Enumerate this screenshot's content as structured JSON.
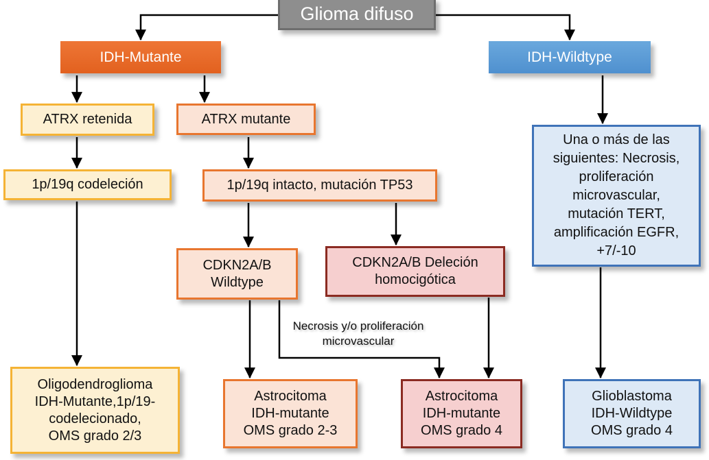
{
  "diagram": {
    "title": "Glioma difuso",
    "nodes": {
      "root": "Glioma difuso",
      "idh_mutante": "IDH-Mutante",
      "idh_wildtype": "IDH-Wildtype",
      "atrx_retenida": "ATRX retenida",
      "atrx_mutante": "ATRX mutante",
      "codelecion": "1p/19q codeleción",
      "intacto_tp53": "1p/19q intacto, mutación TP53",
      "wildtype_criteria": "Una o más de las\nsiguientes: Necrosis,\nproliferación\nmicrovascular,\nmutación TERT,\namplificación EGFR,\n+7/-10",
      "cdkn_wildtype": "CDKN2A/B\nWildtype",
      "cdkn_delecion": "CDKN2A/B Deleción\nhomocigótica",
      "oligodendroglioma": "Oligodendroglioma\nIDH-Mutante,1p/19-\ncodelecionado,\nOMS grado 2/3",
      "astrocitoma_2_3": "Astrocitoma\nIDH-mutante\nOMS grado 2-3",
      "astrocitoma_4": "Astrocitoma\nIDH-mutante\nOMS grado 4",
      "glioblastoma": "Glioblastoma\nIDH-Wildtype\nOMS grado 4"
    },
    "edge_labels": {
      "necrosis": "Necrosis y/o proliferación\nmicrovascular"
    },
    "edges": [
      [
        "root",
        "idh_mutante"
      ],
      [
        "root",
        "idh_wildtype"
      ],
      [
        "idh_mutante",
        "atrx_retenida"
      ],
      [
        "idh_mutante",
        "atrx_mutante"
      ],
      [
        "atrx_retenida",
        "codelecion"
      ],
      [
        "codelecion",
        "oligodendroglioma"
      ],
      [
        "atrx_mutante",
        "intacto_tp53"
      ],
      [
        "intacto_tp53",
        "cdkn_wildtype"
      ],
      [
        "intacto_tp53",
        "cdkn_delecion"
      ],
      [
        "cdkn_wildtype",
        "astrocitoma_2_3"
      ],
      [
        "cdkn_wildtype",
        "astrocitoma_4",
        "Necrosis y/o proliferación microvascular"
      ],
      [
        "cdkn_delecion",
        "astrocitoma_4"
      ],
      [
        "idh_wildtype",
        "wildtype_criteria"
      ],
      [
        "wildtype_criteria",
        "glioblastoma"
      ]
    ],
    "colors": {
      "root": "#8e8e8e",
      "idh_mutante": "#e8692a",
      "idh_wildtype": "#5b9bd5",
      "yellow_fill": "#fdf0d2",
      "yellow_border": "#f5b335",
      "peach_fill": "#fbe3d6",
      "peach_border": "#e8762f",
      "rose_fill": "#f6cfcf",
      "rose_border": "#8b2b22",
      "lightblue_fill": "#dde9f6",
      "lightblue_border": "#3f73b8"
    }
  }
}
